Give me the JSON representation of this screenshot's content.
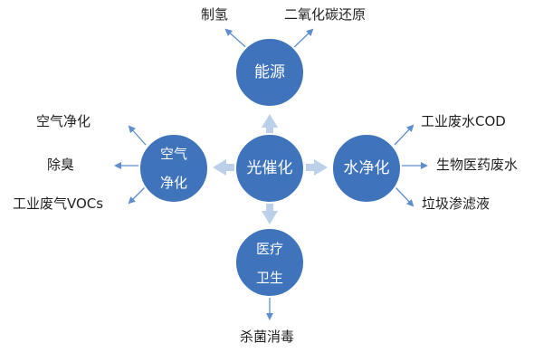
{
  "colors": {
    "node": "#3F74BD",
    "node_border": "#ffffff",
    "arrow": "#5F8ED0",
    "block_arrow": "#BCD0EA",
    "text": "#1f1f1f"
  },
  "center": {
    "label": "光催化"
  },
  "nodes": {
    "top": {
      "label": "能源",
      "outputs": [
        "制氢",
        "二氧化碳还原"
      ]
    },
    "left": {
      "label_line1": "空气",
      "label_line2": "净化",
      "outputs": [
        "空气净化",
        "除臭",
        "工业废气VOCs"
      ]
    },
    "right": {
      "label": "水净化",
      "outputs": [
        "工业废水COD",
        "生物医药废水",
        "垃圾渗滤液"
      ]
    },
    "bottom": {
      "label_line1": "医疗",
      "label_line2": "卫生",
      "outputs": [
        "杀菌消毒"
      ]
    }
  }
}
